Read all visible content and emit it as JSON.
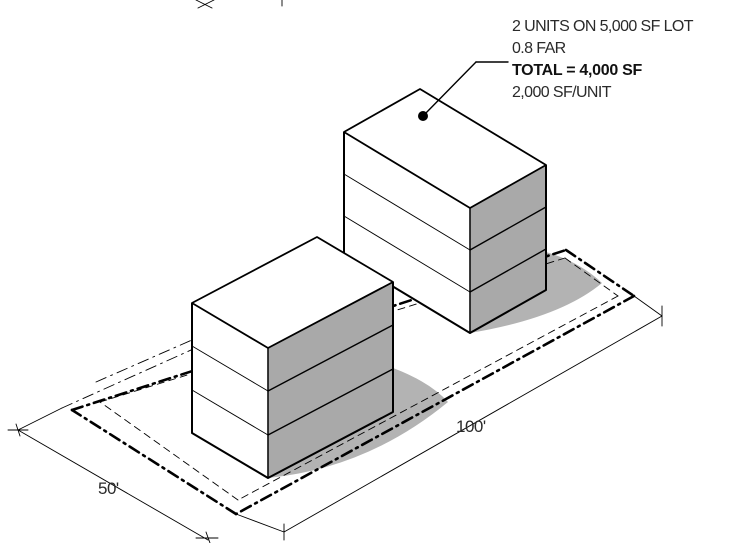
{
  "callout": {
    "line1": "2 UNITS ON 5,000 SF LOT",
    "line2": "0.8 FAR",
    "line3": "TOTAL = 4,000 SF",
    "line4": "2,000 SF/UNIT"
  },
  "dimensions": {
    "width_label": "50'",
    "length_label": "100'"
  },
  "colors": {
    "shaded_face": "#a9a9a9",
    "shadow": "#b3b3b3",
    "line": "#000000"
  }
}
